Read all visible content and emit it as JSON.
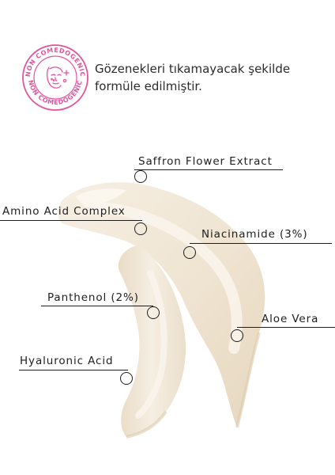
{
  "badge": {
    "arc_text": "NON COMEDOGENIC",
    "color": "#e0559b",
    "icon": "face-sparkle-icon"
  },
  "headline": {
    "line1": "Gözenekleri tıkamayacak şekilde",
    "line2": "formüle edilmiştir."
  },
  "ingredients": {
    "saffron": "Saffron Flower Extract",
    "amino": "Amino Acid Complex",
    "niacinamide": "Niacinamide (3%)",
    "panthenol": "Panthenol (2%)",
    "aloe": "Aloe Vera",
    "hyaluronic": "Hyaluronic Acid"
  },
  "colors": {
    "cream": "#f3eadb",
    "cream_shadow": "#e2d3bb",
    "text": "#1e1e1e"
  }
}
